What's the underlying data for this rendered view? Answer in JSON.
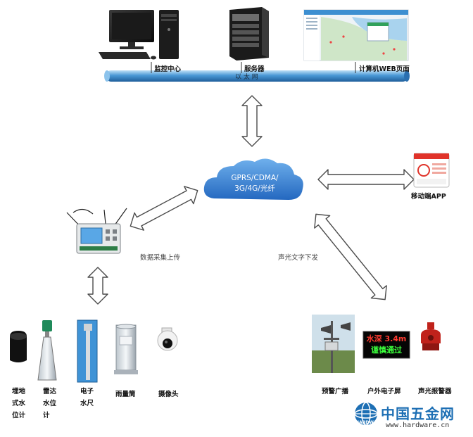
{
  "top_nodes": {
    "monitor_center": "监控中心",
    "server": "服务器",
    "web_page": "计算机WEB页面"
  },
  "ethernet_label": "以   太   网",
  "cloud": {
    "line1": "GPRS/CDMA/",
    "line2": "3G/4G/光纤"
  },
  "mobile_app": "移动端APP",
  "edge_labels": {
    "upload": "数据采集上传",
    "download": "声光文字下发"
  },
  "sensors": {
    "buried_level": [
      "埋地",
      "式水",
      "位计"
    ],
    "radar_level": [
      "雷达",
      "水位",
      "计"
    ],
    "e_gauge": [
      "电子",
      "水尺"
    ],
    "rain_gauge": "雨量筒",
    "camera": "摄像头"
  },
  "alarms": {
    "broadcast": "预警广播",
    "led_screen": "户外电子屏",
    "siren": "声光报警器"
  },
  "led_screen_text": {
    "line1": "水深 3.4m",
    "line2": "谨慎通过"
  },
  "watermark": {
    "name": "中国五金网",
    "url": "www.hardware.cn",
    "mark": "HARDWARE"
  },
  "colors": {
    "pipe": "#4a98d6",
    "cloud": "#3a86d8",
    "arrow_fill": "#ffffff",
    "arrow_stroke": "#4a4a4a",
    "brand": "#1d6fb4",
    "alarm_red": "#c0221b",
    "led_red": "#ff3b30",
    "led_green": "#3cff3c"
  }
}
